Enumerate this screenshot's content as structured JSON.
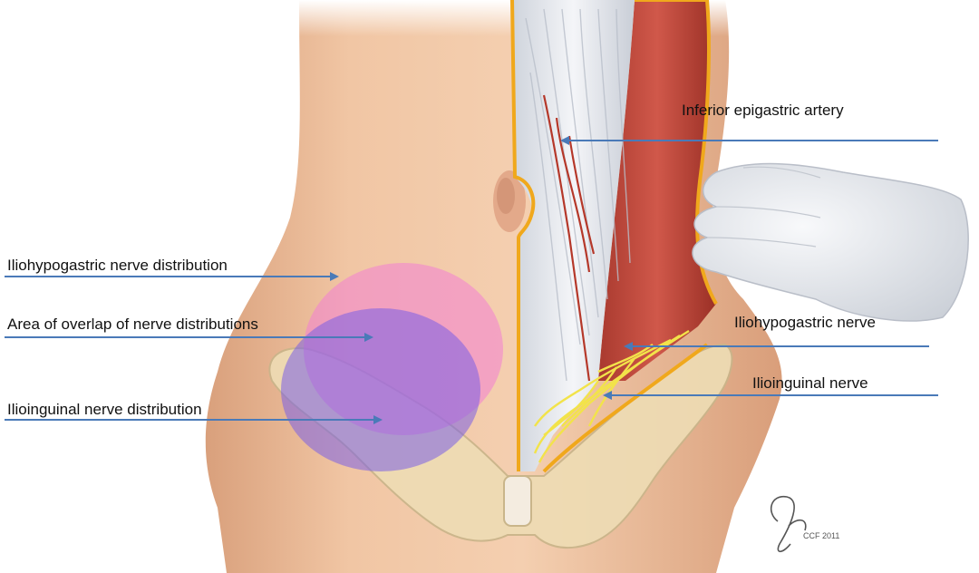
{
  "labels": {
    "inferior_epigastric_artery": "Inferior epigastric artery",
    "iliohypogastric_nerve_distribution": "Iliohypogastric nerve distribution",
    "area_of_overlap": "Area of overlap of nerve distributions",
    "ilioinguinal_nerve_distribution": "Ilioinguinal nerve distribution",
    "iliohypogastric_nerve": "Iliohypogastric nerve",
    "ilioinguinal_nerve": "Ilioinguinal nerve"
  },
  "signature": "CCF 2011",
  "colors": {
    "skin": "#f2c9a8",
    "skin_shadow": "#d9a27e",
    "muscle": "#c2463a",
    "fascia": "#e3e6ec",
    "bone": "#eedcb4",
    "nerve": "#f2e34a",
    "artery": "#b5382a",
    "iliohypogastric_zone": "#f27fd3",
    "ilioinguinal_zone": "#7a5fe6",
    "leader_line": "#4a7ab8",
    "glove": "#e6e9ee"
  }
}
